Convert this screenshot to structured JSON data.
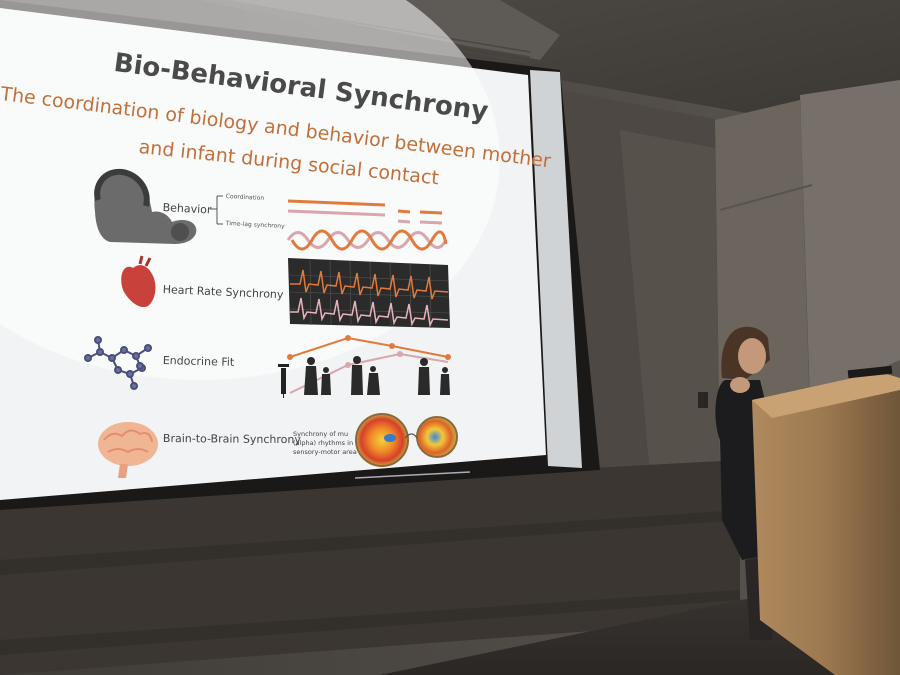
{
  "slide": {
    "title": "Bio-Behavioral Synchrony",
    "subtitle_line1": "The coordination of biology and behavior between mother",
    "subtitle_line2": "and infant during social contact",
    "rows": {
      "behavior": {
        "label": "Behavior",
        "coordination_label": "Coordination",
        "timelag_label": "Time-lag synchrony"
      },
      "heart": {
        "label": "Heart Rate Synchrony"
      },
      "endocrine": {
        "label": "Endocrine Fit"
      },
      "brain": {
        "label": "Brain-to-Brain Synchrony",
        "caption_line1": "Synchrony of mu",
        "caption_line2": "(alpha) rhythms in",
        "caption_line3": "sensory-motor area"
      }
    }
  },
  "colors": {
    "slide_background": "#f1f3f4",
    "title": "#4a4a4a",
    "subtitle": "#c0703a",
    "accent_orange": "#e07b3c",
    "accent_pink": "#d9a6ad",
    "heart_red": "#c8413a"
  },
  "icons": [
    "mother-infant-silhouette-icon",
    "heart-icon",
    "molecule-icon",
    "brain-icon",
    "syringe-icon",
    "family-silhouettes-icon",
    "eeg-head-map-icon"
  ]
}
